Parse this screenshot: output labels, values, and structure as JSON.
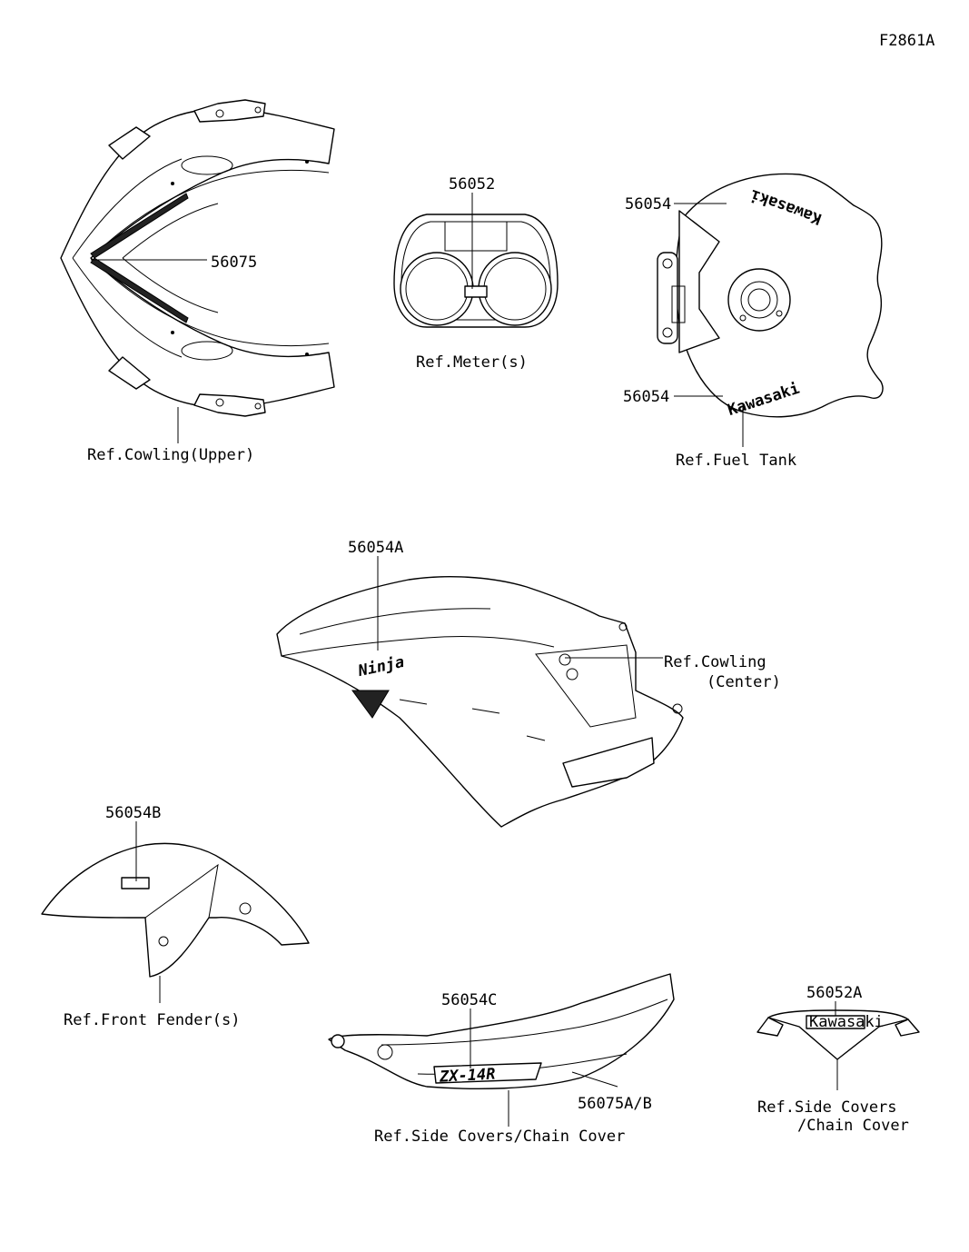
{
  "figure_id": "F2861A",
  "callouts": {
    "c56075": "56075",
    "c56052": "56052",
    "c56054_top": "56054",
    "c56054_bottom": "56054",
    "c56054A": "56054A",
    "c56054B": "56054B",
    "c56054C": "56054C",
    "c56075AB": "56075A/B",
    "c56052A": "56052A"
  },
  "references": {
    "cowling_upper": "Ref.Cowling(Upper)",
    "meters": "Ref.Meter(s)",
    "fuel_tank": "Ref.Fuel Tank",
    "cowling_center_1": "Ref.Cowling",
    "cowling_center_2": "(Center)",
    "front_fender": "Ref.Front Fender(s)",
    "side_covers_chain": "Ref.Side Covers/Chain Cover",
    "side_covers_1": "Ref.Side Covers",
    "side_covers_2": "/Chain Cover"
  },
  "decals": {
    "tank_top": "Kawasaki",
    "tank_bottom": "Kawasaki",
    "ninja": "Ninja",
    "zx14r": "ZX-14R",
    "rear": "Kawasaki"
  }
}
